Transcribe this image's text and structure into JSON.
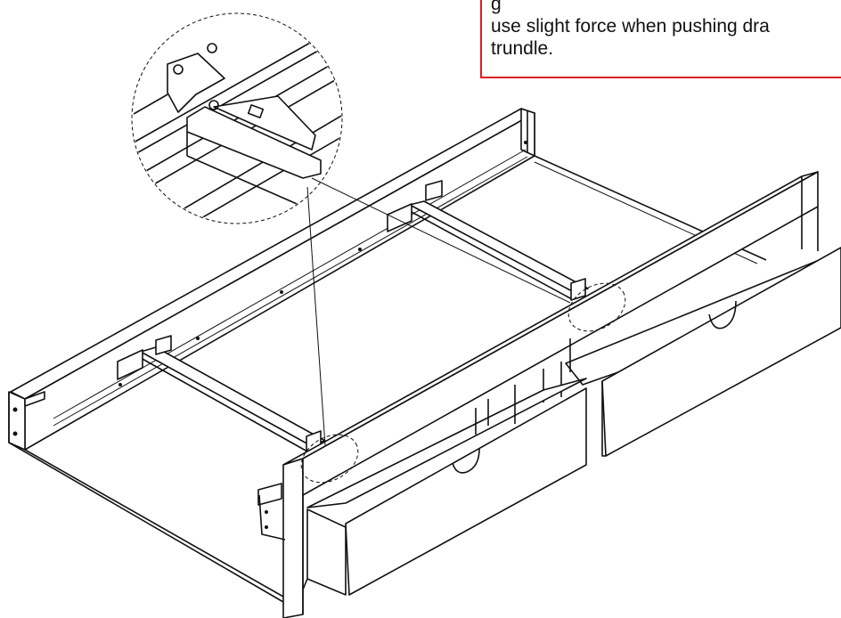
{
  "callout": {
    "text_line_1": "g",
    "text_line_2": "use slight force when pushing dra",
    "text_line_3": "trundle.",
    "border_color": "#e01b24"
  },
  "figure": {
    "subject": "trundle with two drawers",
    "detail_view": "magnified circular detail of drawer stop on rail"
  }
}
